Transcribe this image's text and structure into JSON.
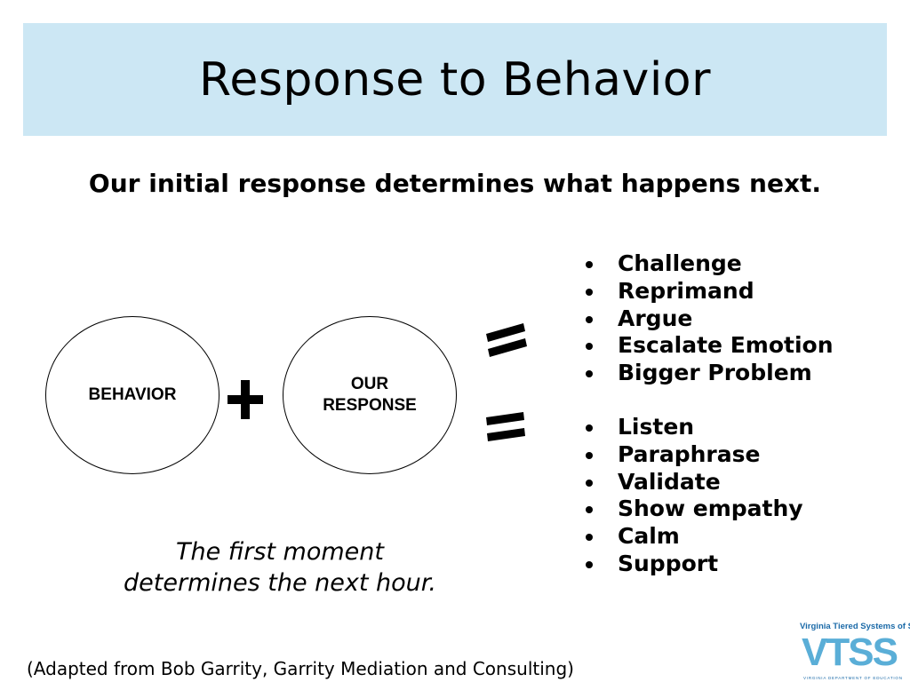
{
  "header": {
    "title": "Response to Behavior"
  },
  "subtitle": "Our initial response determines what happens next.",
  "diagram": {
    "behavior_label": "BEHAVIOR",
    "response_label_line1": "OUR",
    "response_label_line2": "RESPONSE",
    "operator_icon": "plus-icon",
    "result_icon": "equals-icon"
  },
  "outcomes": {
    "escalating": [
      "Challenge",
      "Reprimand",
      "Argue",
      "Escalate Emotion",
      "Bigger Problem"
    ],
    "deescalating": [
      "Listen",
      "Paraphrase",
      "Validate",
      "Show empathy",
      "Calm",
      "Support"
    ]
  },
  "quote": {
    "line1": "The first moment",
    "line2": "determines the next hour."
  },
  "credit": "(Adapted from Bob Garrity, Garrity Mediation and Consulting)",
  "logo": {
    "tagline": "Virginia Tiered Systems of Supports",
    "wordmark": "VTSS",
    "footer": "VIRGINIA DEPARTMENT OF EDUCATION"
  },
  "colors": {
    "title_background": "#cce7f4",
    "logo_light": "#5aaed7",
    "logo_dark": "#1b6aa8"
  }
}
